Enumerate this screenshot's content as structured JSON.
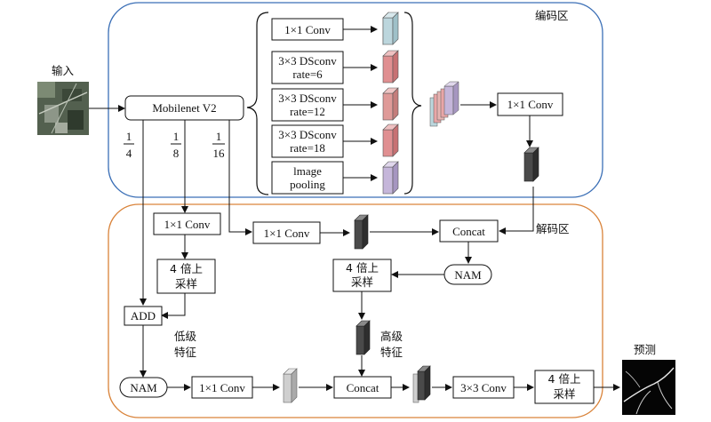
{
  "regions": {
    "encoder": "编码区",
    "decoder": "解码区"
  },
  "input": {
    "label": "输入"
  },
  "output": {
    "label": "预测"
  },
  "backbone": {
    "label": "Mobilenet V2"
  },
  "fractions": [
    {
      "num": "1",
      "den": "4"
    },
    {
      "num": "1",
      "den": "8"
    },
    {
      "num": "1",
      "den": "16"
    }
  ],
  "aspp": [
    {
      "lines": [
        "1×1 Conv"
      ],
      "color": "#bcd6dd"
    },
    {
      "lines": [
        "3×3 DSconv",
        "rate=6"
      ],
      "color": "#e08f91"
    },
    {
      "lines": [
        "3×3 DSconv",
        "rate=12"
      ],
      "color": "#df9a98"
    },
    {
      "lines": [
        "3×3 DSconv",
        "rate=18"
      ],
      "color": "#e08f91"
    },
    {
      "lines": [
        "lmage",
        "pooling"
      ],
      "color": "#c5b6da"
    }
  ],
  "encoder_conv": {
    "label": "1×1 Conv"
  },
  "decoder": {
    "conv_low": "1×1 Conv",
    "conv_mid": "1×1 Conv",
    "upsample_left": [
      "4 倍上",
      "采样"
    ],
    "add": "ADD",
    "low_feat": [
      "低级",
      "特征"
    ],
    "concat_top": "Concat",
    "nam_top": "NAM",
    "upsample_mid": [
      "4 倍上",
      "采样"
    ],
    "high_feat": [
      "高级",
      "特征"
    ],
    "nam_bottom": "NAM",
    "conv_bottom": "1×1 Conv",
    "concat_bottom": "Concat",
    "conv3": "3×3 Conv",
    "upsample_final": [
      "4 倍上",
      "采样"
    ]
  },
  "colors": {
    "encoder_border": "#3b6fb6",
    "decoder_border": "#d9833a",
    "dark_feature": "#4a4a4a",
    "light_feature": "#cfcfcf"
  }
}
